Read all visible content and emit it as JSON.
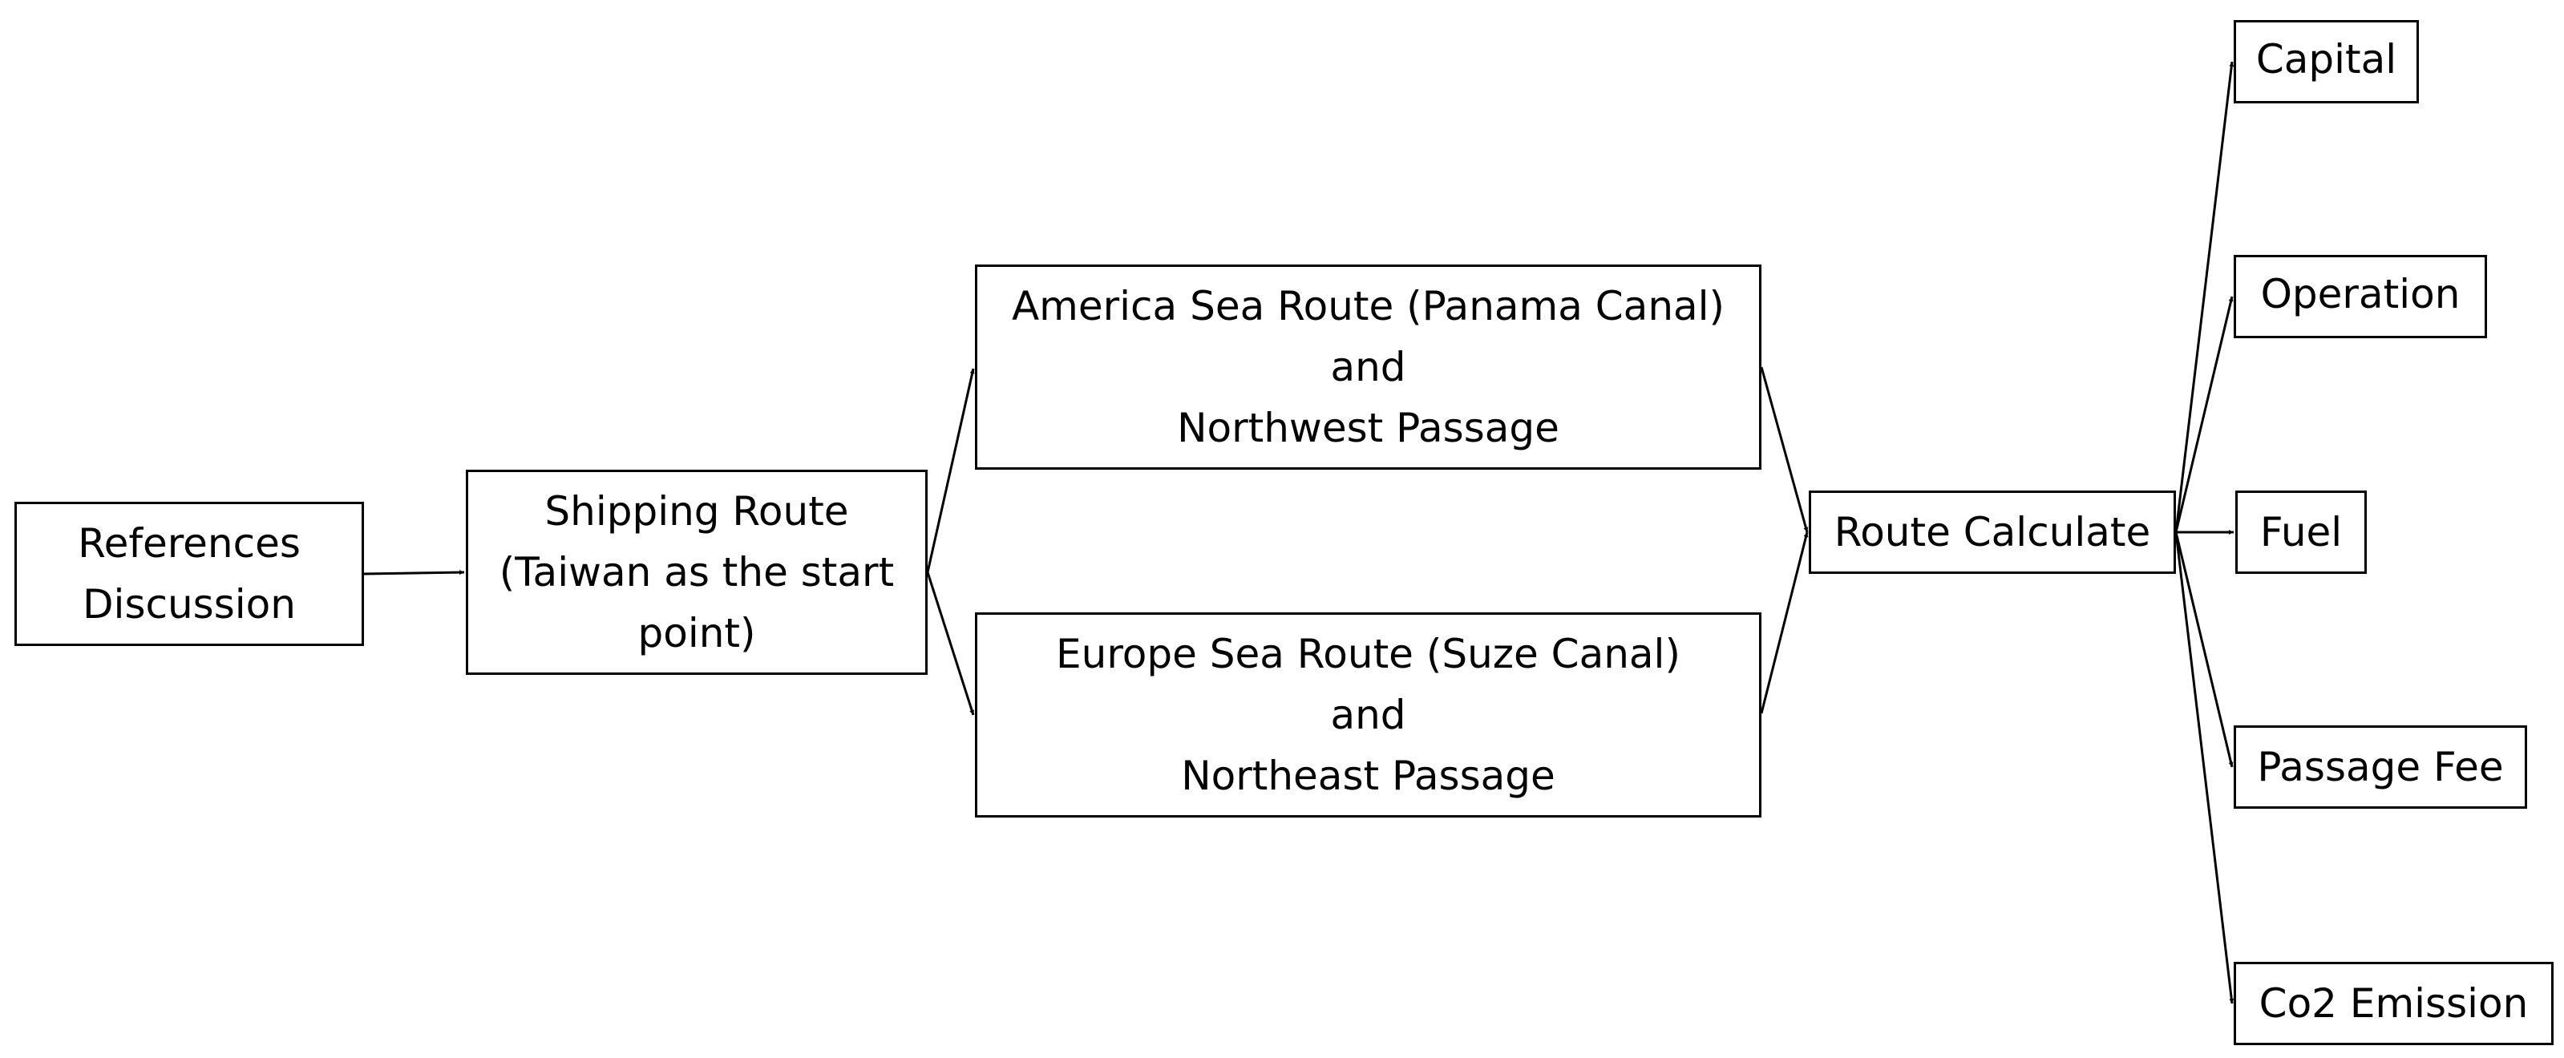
{
  "nodes": {
    "references": {
      "lines": [
        "References",
        "Discussion"
      ]
    },
    "shipping": {
      "lines": [
        "Shipping Route",
        "(Taiwan as the start",
        "point)"
      ]
    },
    "america": {
      "lines": [
        "America Sea Route (Panama Canal)",
        "and",
        "Northwest Passage"
      ]
    },
    "europe": {
      "lines": [
        "Europe Sea Route (Suze Canal)",
        "and",
        "Northeast Passage"
      ]
    },
    "calculate": {
      "lines": [
        "Route Calculate"
      ]
    },
    "capital": {
      "lines": [
        "Capital"
      ]
    },
    "operation": {
      "lines": [
        "Operation"
      ]
    },
    "fuel": {
      "lines": [
        "Fuel"
      ]
    },
    "passage_fee": {
      "lines": [
        "Passage Fee"
      ]
    },
    "co2": {
      "lines": [
        "Co2 Emission"
      ]
    }
  },
  "edges": [
    {
      "from": "references",
      "to": "shipping"
    },
    {
      "from": "shipping",
      "to": "america"
    },
    {
      "from": "shipping",
      "to": "europe"
    },
    {
      "from": "america",
      "to": "calculate"
    },
    {
      "from": "europe",
      "to": "calculate"
    },
    {
      "from": "calculate",
      "to": "capital"
    },
    {
      "from": "calculate",
      "to": "operation"
    },
    {
      "from": "calculate",
      "to": "fuel"
    },
    {
      "from": "calculate",
      "to": "passage_fee"
    },
    {
      "from": "calculate",
      "to": "co2"
    }
  ],
  "colors": {
    "stroke": "#000000",
    "fill": "#ffffff",
    "text": "#000000"
  }
}
